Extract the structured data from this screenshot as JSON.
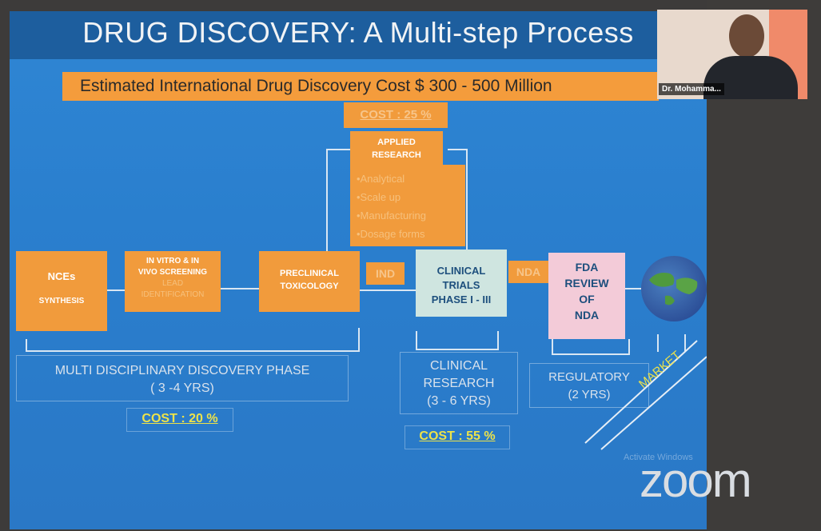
{
  "slide": {
    "title": "DRUG DISCOVERY: A Multi-step Process",
    "cost_banner": "Estimated International Drug Discovery Cost  $ 300 - 500 Million",
    "applied_cost": "COST : 25 %",
    "applied_research": {
      "title_line1": "APPLIED",
      "title_line2": "RESEARCH",
      "items": [
        "•Analytical",
        "•Scale up",
        "•Manufacturing",
        "•Dosage forms"
      ]
    },
    "nces": {
      "line1": "NCEs",
      "line2": "SYNTHESIS"
    },
    "in_vitro": {
      "line1": "IN VITRO & IN",
      "line2": "VIVO SCREENING",
      "line3": "LEAD",
      "line4": "IDENTIFICATION"
    },
    "preclinical": {
      "line1": "PRECLINICAL",
      "line2": "TOXICOLOGY"
    },
    "ind_label": "IND",
    "clinical_trials": {
      "line1": "CLINICAL",
      "line2": "TRIALS",
      "line3": "PHASE I - III"
    },
    "nda_label": "NDA",
    "fda_review": {
      "line1": "FDA",
      "line2": "REVIEW",
      "line3": "OF",
      "line4": "NDA"
    },
    "discovery_phase": {
      "line1": "MULTI DISCIPLINARY  DISCOVERY  PHASE",
      "line2": "( 3 -4 YRS)"
    },
    "discovery_cost": "COST : 20 %",
    "clinical_research": {
      "line1": "CLINICAL",
      "line2": "RESEARCH",
      "line3": "(3 - 6 YRS)"
    },
    "clinical_cost": "COST : 55 %",
    "regulatory": {
      "line1": "REGULATORY",
      "line2": "(2 YRS)"
    },
    "market_label": "MARKET"
  },
  "webcam": {
    "participant_name": "Dr. Mohamma..."
  },
  "watermark": {
    "brand": "zoom",
    "activate_text": "Activate Windows"
  },
  "colors": {
    "slide_blue": "#2a7fce",
    "orange": "#f19b3c",
    "pale_teal": "#cfe5e0",
    "pink": "#f3cbd8",
    "cost_yellow": "#ece24a"
  }
}
